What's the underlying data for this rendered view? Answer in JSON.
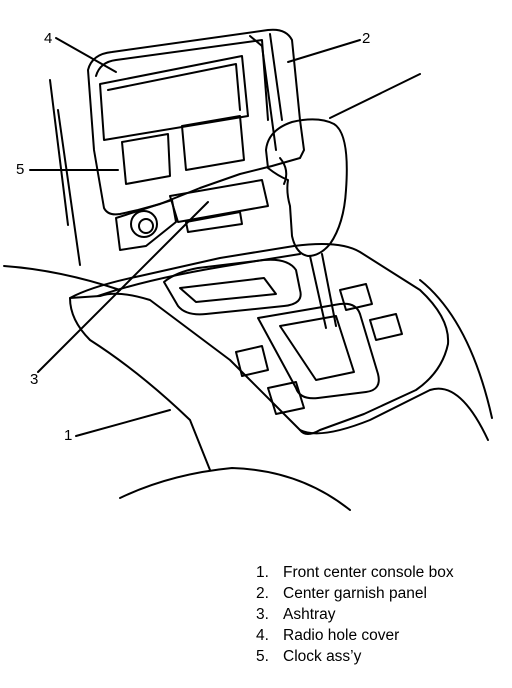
{
  "callouts": [
    {
      "number": "1",
      "label": "Front center console box"
    },
    {
      "number": "2",
      "label": "Center garnish panel"
    },
    {
      "number": "3",
      "label": "Ashtray"
    },
    {
      "number": "4",
      "label": "Radio hole cover"
    },
    {
      "number": "5",
      "label": "Clock ass'y"
    }
  ],
  "legend_items": [
    {
      "number": "1.",
      "label": "Front center console box"
    },
    {
      "number": "2.",
      "label": "Center garnish panel"
    },
    {
      "number": "3.",
      "label": "Ashtray"
    },
    {
      "number": "4.",
      "label": "Radio hole cover"
    },
    {
      "number": "5.",
      "label": "Clock ass’y"
    }
  ],
  "colors": {
    "ink": "#000000",
    "paper": "#ffffff"
  }
}
